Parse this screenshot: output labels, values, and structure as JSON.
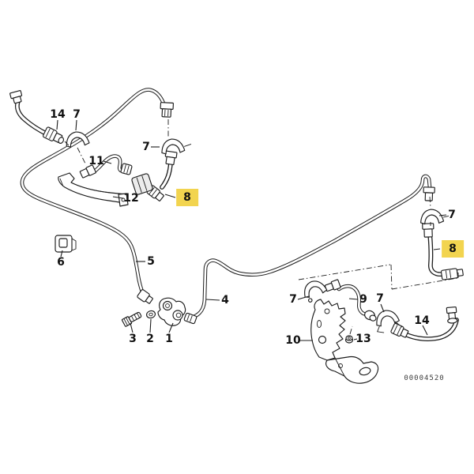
{
  "diagram": {
    "type": "parts-diagram",
    "subject": "brake-pipe-and-hose-assembly",
    "drawing_number": "00004520",
    "colors": {
      "background": "#ffffff",
      "line": "#1c1c1c",
      "label": "#111111",
      "highlight": "#f2d44f",
      "drawing_number_color": "#3d3d3d"
    },
    "callouts": [
      {
        "label": "14",
        "highlighted": false
      },
      {
        "label": "7",
        "highlighted": false
      },
      {
        "label": "11",
        "highlighted": false
      },
      {
        "label": "7",
        "highlighted": false
      },
      {
        "label": "12",
        "highlighted": false
      },
      {
        "label": "8",
        "highlighted": true
      },
      {
        "label": "6",
        "highlighted": false
      },
      {
        "label": "5",
        "highlighted": false
      },
      {
        "label": "3",
        "highlighted": false
      },
      {
        "label": "2",
        "highlighted": false
      },
      {
        "label": "1",
        "highlighted": false
      },
      {
        "label": "4",
        "highlighted": false
      },
      {
        "label": "7",
        "highlighted": false
      },
      {
        "label": "8",
        "highlighted": true
      },
      {
        "label": "7",
        "highlighted": false
      },
      {
        "label": "9",
        "highlighted": false
      },
      {
        "label": "7",
        "highlighted": false
      },
      {
        "label": "10",
        "highlighted": false
      },
      {
        "label": "13",
        "highlighted": false
      },
      {
        "label": "14",
        "highlighted": false
      }
    ]
  }
}
